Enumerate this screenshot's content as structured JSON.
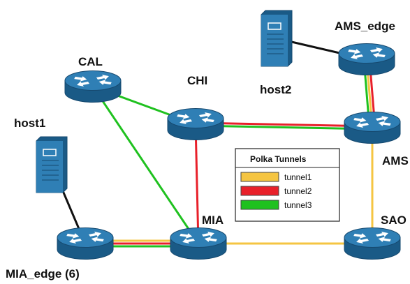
{
  "colors": {
    "tunnel1": "#f5c542",
    "tunnel2": "#e8202a",
    "tunnel3": "#1fc11f",
    "host_link": "#111111",
    "device_body": "#1a5a86",
    "device_top": "#2f7fb5",
    "device_rim": "#16496f",
    "arrow": "#ffffff"
  },
  "nodes": {
    "cal": {
      "label": "CAL",
      "icon": "router-icon"
    },
    "chi": {
      "label": "CHI",
      "icon": "router-icon"
    },
    "ams_edge": {
      "label": "AMS_edge",
      "icon": "router-icon"
    },
    "ams": {
      "label": "AMS",
      "icon": "router-icon"
    },
    "mia": {
      "label": "MIA",
      "icon": "router-icon"
    },
    "sao": {
      "label": "SAO",
      "icon": "router-icon"
    },
    "mia_edge": {
      "label": "MIA_edge (6)",
      "icon": "router-icon"
    },
    "host1": {
      "label": "host1",
      "icon": "server-icon"
    },
    "host2": {
      "label": "host2",
      "icon": "server-icon"
    }
  },
  "links": [
    {
      "from": "host2",
      "to": "ams_edge",
      "tunnels": [
        "host_link"
      ]
    },
    {
      "from": "host1",
      "to": "mia_edge",
      "tunnels": [
        "host_link"
      ]
    },
    {
      "from": "ams_edge",
      "to": "ams",
      "tunnels": [
        "tunnel2",
        "tunnel1",
        "tunnel3"
      ]
    },
    {
      "from": "chi",
      "to": "ams",
      "tunnels": [
        "tunnel2",
        "tunnel3"
      ]
    },
    {
      "from": "cal",
      "to": "chi",
      "tunnels": [
        "tunnel3"
      ]
    },
    {
      "from": "cal",
      "to": "mia",
      "tunnels": [
        "tunnel3"
      ]
    },
    {
      "from": "chi",
      "to": "mia",
      "tunnels": [
        "tunnel2"
      ]
    },
    {
      "from": "mia_edge",
      "to": "mia",
      "tunnels": [
        "tunnel1",
        "tunnel2",
        "tunnel3"
      ]
    },
    {
      "from": "mia",
      "to": "sao",
      "tunnels": [
        "tunnel1"
      ]
    },
    {
      "from": "sao",
      "to": "ams",
      "tunnels": [
        "tunnel1"
      ]
    }
  ],
  "legend": {
    "title": "Polka Tunnels",
    "items": [
      {
        "key": "tunnel1",
        "label": "tunnel1"
      },
      {
        "key": "tunnel2",
        "label": "tunnel2"
      },
      {
        "key": "tunnel3",
        "label": "tunnel3"
      }
    ]
  }
}
